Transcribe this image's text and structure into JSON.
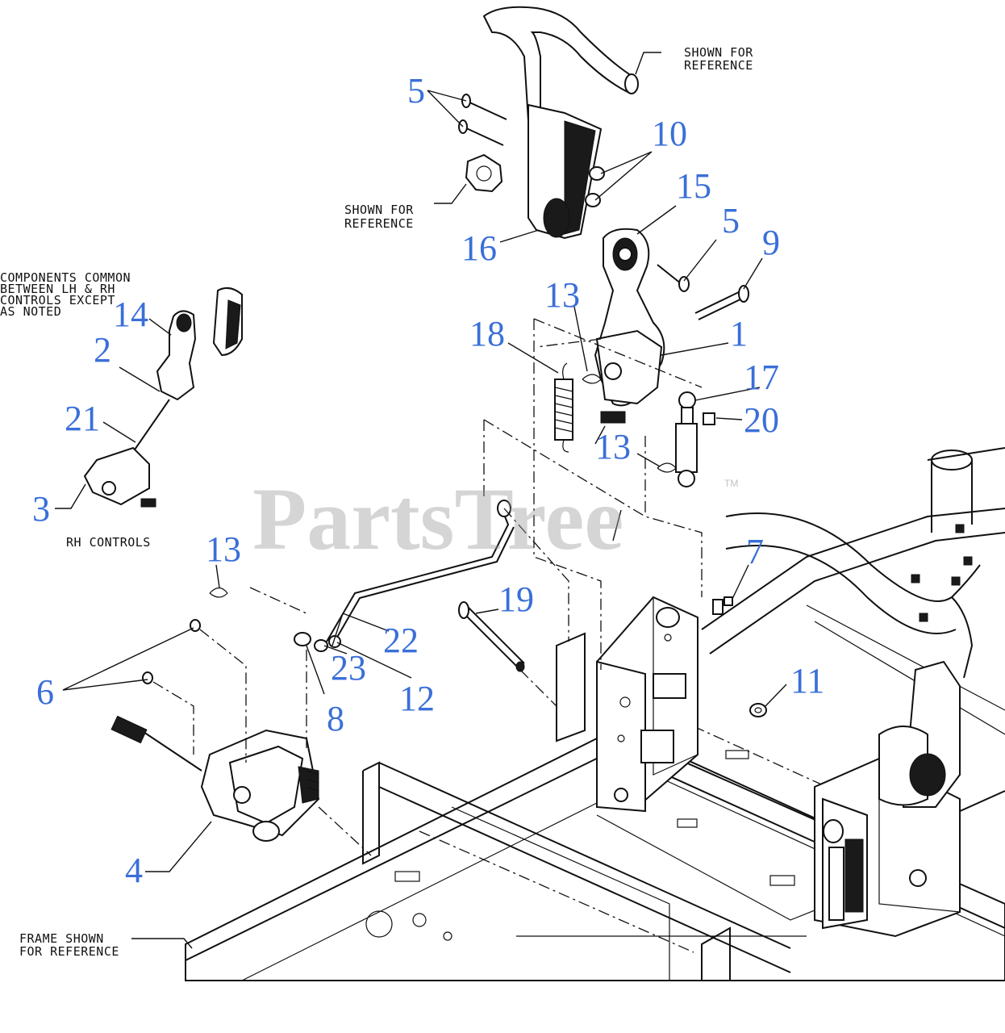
{
  "diagram": {
    "callouts": {
      "c5a": "5",
      "c10": "10",
      "c15": "15",
      "c5b": "5",
      "c9": "9",
      "c16": "16",
      "c14": "14",
      "c2": "2",
      "c21": "21",
      "c3": "3",
      "c13a": "13",
      "c18": "18",
      "c1": "1",
      "c17": "17",
      "c20": "20",
      "c13b": "13",
      "c13c": "13",
      "c7": "7",
      "c19": "19",
      "c22": "22",
      "c6": "6",
      "c23": "23",
      "c12": "12",
      "c8": "8",
      "c11": "11",
      "c4": "4"
    },
    "notes": {
      "ref_top_1": "SHOWN FOR",
      "ref_top_2": "REFERENCE",
      "ref_knob_1": "SHOWN FOR",
      "ref_knob_2": "REFERENCE",
      "common_1": "COMPONENTS COMMON",
      "common_2": "BETWEEN LH & RH",
      "common_3": "CONTROLS EXCEPT",
      "common_4": "AS NOTED",
      "rh_controls": "RH CONTROLS",
      "frame_1": "FRAME SHOWN",
      "frame_2": "FOR REFERENCE"
    },
    "watermark": "PartsTree",
    "trademark": "TM",
    "colors": {
      "callout": "#3a6fd8",
      "line": "#111111",
      "watermark": "#9a9a9a"
    }
  }
}
